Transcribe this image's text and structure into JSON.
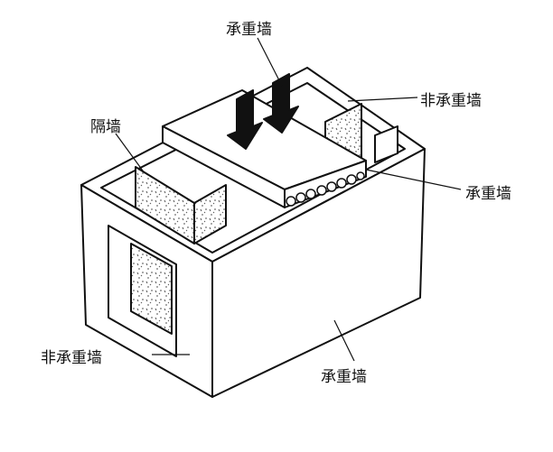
{
  "labels": {
    "top_bearing": "承重墙",
    "top_right_nonbearing": "非承重墙",
    "partition": "隔墙",
    "right_bearing": "承重墙",
    "bottom_left_nonbearing": "非承重墙",
    "bottom_right_bearing": "承重墙"
  },
  "colors": {
    "line": "#111111",
    "fill": "#ffffff",
    "speckle": "#555555"
  }
}
